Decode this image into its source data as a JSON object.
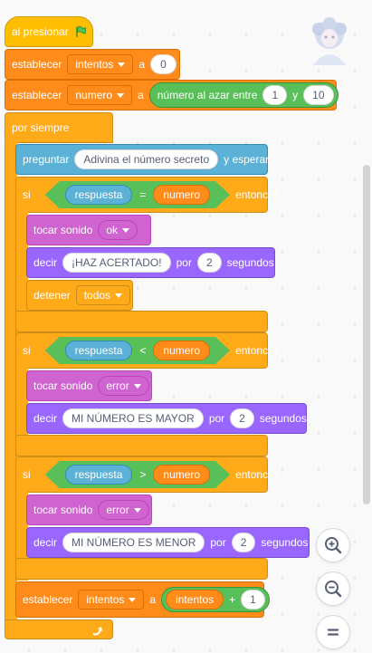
{
  "hat": {
    "label": "al presionar"
  },
  "set1": {
    "label": "establecer",
    "variable": "intentos",
    "to": "a",
    "value": "0"
  },
  "set2": {
    "label": "establecer",
    "variable": "numero",
    "to": "a",
    "random_label": "número al azar entre",
    "min": "1",
    "and": "y",
    "max": "10"
  },
  "forever": {
    "label": "por siempre"
  },
  "ask": {
    "label": "preguntar",
    "question": "Adivina el número secreto",
    "suffix": "y esperar"
  },
  "if1": {
    "if": "si",
    "then": "entonces",
    "left": "respuesta",
    "op": "=",
    "right": "numero",
    "sound_label": "tocar sonido",
    "sound": "ok",
    "say_label": "decir",
    "say_text": "¡HAZ ACERTADO!",
    "for": "por",
    "secs": "2",
    "secs_label": "segundos",
    "stop_label": "detener",
    "stop_option": "todos"
  },
  "if2": {
    "if": "si",
    "then": "entonces",
    "left": "respuesta",
    "op": "<",
    "right": "numero",
    "sound_label": "tocar sonido",
    "sound": "error",
    "say_label": "decir",
    "say_text": "MI NÚMERO ES MAYOR",
    "for": "por",
    "secs": "2",
    "secs_label": "segundos"
  },
  "if3": {
    "if": "si",
    "then": "entonces",
    "left": "respuesta",
    "op": ">",
    "right": "numero",
    "sound_label": "tocar sonido",
    "sound": "error",
    "say_label": "decir",
    "say_text": "MI NÚMERO ES MENOR",
    "for": "por",
    "secs": "2",
    "secs_label": "segundos"
  },
  "set3": {
    "label": "establecer",
    "variable": "intentos",
    "to": "a",
    "left": "intentos",
    "op": "+",
    "right": "1"
  },
  "colors": {
    "events": "#ffbf00",
    "variables": "#ff8c1a",
    "control": "#ffab19",
    "sensing": "#5cb1d6",
    "sound": "#cf63cf",
    "looks": "#9966ff",
    "operators": "#59c059"
  },
  "icons": [
    "green-flag-icon",
    "sprite-thumbnail",
    "dropdown-caret-icon",
    "loop-arrow-icon",
    "zoom-in-icon",
    "zoom-out-icon",
    "zoom-reset-icon"
  ]
}
